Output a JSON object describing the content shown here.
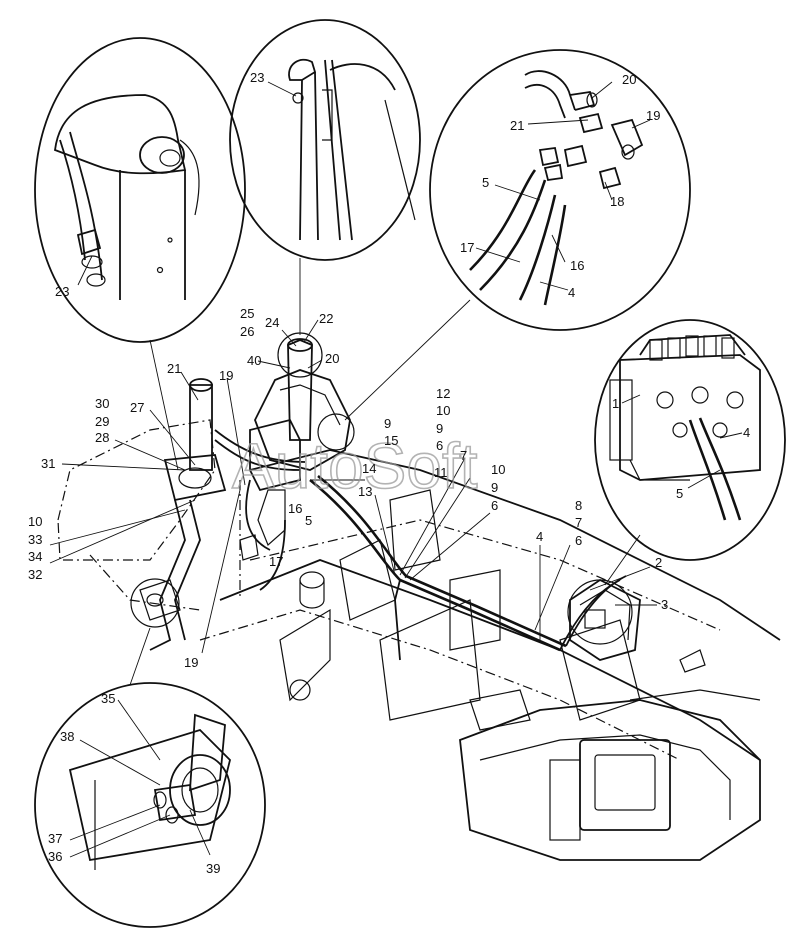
{
  "watermark": "AutoSoft",
  "callouts": [
    {
      "id": "c23a",
      "text": "23"
    },
    {
      "id": "c23b",
      "text": "23"
    },
    {
      "id": "c20a",
      "text": "20"
    },
    {
      "id": "c21a",
      "text": "21"
    },
    {
      "id": "c19a",
      "text": "19"
    },
    {
      "id": "c5a",
      "text": "5"
    },
    {
      "id": "c18",
      "text": "18"
    },
    {
      "id": "c17a",
      "text": "17"
    },
    {
      "id": "c16a",
      "text": "16"
    },
    {
      "id": "c4a",
      "text": "4"
    },
    {
      "id": "c25",
      "text": "25"
    },
    {
      "id": "c24",
      "text": "24"
    },
    {
      "id": "c22",
      "text": "22"
    },
    {
      "id": "c26",
      "text": "26"
    },
    {
      "id": "c40",
      "text": "40"
    },
    {
      "id": "c20b",
      "text": "20"
    },
    {
      "id": "c1",
      "text": "1"
    },
    {
      "id": "c4b",
      "text": "4"
    },
    {
      "id": "c5b",
      "text": "5"
    },
    {
      "id": "c21b",
      "text": "21"
    },
    {
      "id": "c19b",
      "text": "19"
    },
    {
      "id": "c30",
      "text": "30"
    },
    {
      "id": "c29",
      "text": "29"
    },
    {
      "id": "c27",
      "text": "27"
    },
    {
      "id": "c28",
      "text": "28"
    },
    {
      "id": "c31",
      "text": "31"
    },
    {
      "id": "c12",
      "text": "12"
    },
    {
      "id": "c10a",
      "text": "10"
    },
    {
      "id": "c9a",
      "text": "9"
    },
    {
      "id": "c15",
      "text": "15"
    },
    {
      "id": "c9b",
      "text": "9"
    },
    {
      "id": "c6a",
      "text": "6"
    },
    {
      "id": "c7a",
      "text": "7"
    },
    {
      "id": "c14",
      "text": "14"
    },
    {
      "id": "c11",
      "text": "11"
    },
    {
      "id": "c10b",
      "text": "10"
    },
    {
      "id": "c13",
      "text": "13"
    },
    {
      "id": "c9c",
      "text": "9"
    },
    {
      "id": "c6b",
      "text": "6"
    },
    {
      "id": "c16b",
      "text": "16"
    },
    {
      "id": "c5c",
      "text": "5"
    },
    {
      "id": "c8",
      "text": "8"
    },
    {
      "id": "c7b",
      "text": "7"
    },
    {
      "id": "c6c",
      "text": "6"
    },
    {
      "id": "c4c",
      "text": "4"
    },
    {
      "id": "c10c",
      "text": "10"
    },
    {
      "id": "c33",
      "text": "33"
    },
    {
      "id": "c34",
      "text": "34"
    },
    {
      "id": "c32",
      "text": "32"
    },
    {
      "id": "c17b",
      "text": "17"
    },
    {
      "id": "c2",
      "text": "2"
    },
    {
      "id": "c3",
      "text": "3"
    },
    {
      "id": "c19c",
      "text": "19"
    },
    {
      "id": "c35",
      "text": "35"
    },
    {
      "id": "c38",
      "text": "38"
    },
    {
      "id": "c37",
      "text": "37"
    },
    {
      "id": "c36",
      "text": "36"
    },
    {
      "id": "c39",
      "text": "39"
    }
  ]
}
